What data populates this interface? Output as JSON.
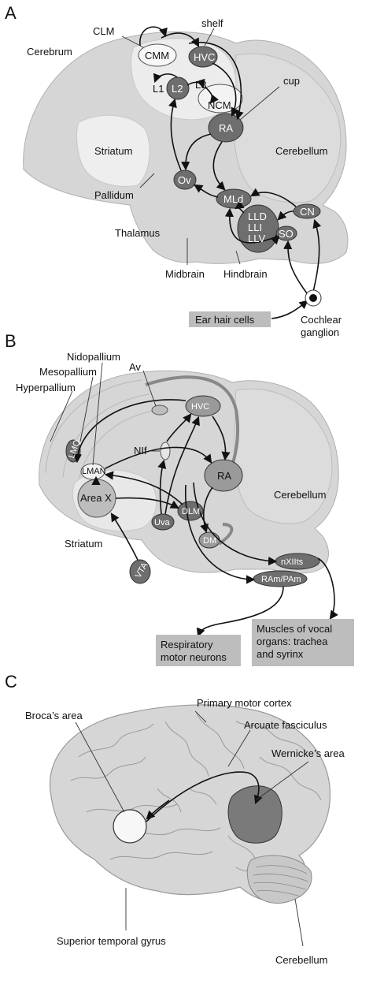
{
  "panel_a": {
    "letter": "A",
    "labels": {
      "clm": "CLM",
      "shelf": "shelf",
      "cerebrum": "Cerebrum",
      "cmm": "CMM",
      "hvc": "HVC",
      "cup": "cup",
      "l1": "L1",
      "l2": "L2",
      "l3": "L3",
      "ncm": "NCM",
      "ra": "RA",
      "striatum": "Striatum",
      "cerebellum": "Cerebellum",
      "pallidum": "Pallidum",
      "ov": "Ov",
      "mld": "MLd",
      "lld": "LLD",
      "lli": "LLI",
      "llv": "LLV",
      "cn": "CN",
      "so": "SO",
      "thalamus": "Thalamus",
      "midbrain": "Midbrain",
      "hindbrain": "Hindbrain",
      "ear_hair_cells": "Ear hair cells",
      "cochlear_1": "Cochlear",
      "cochlear_2": "ganglion"
    }
  },
  "panel_b": {
    "letter": "B",
    "labels": {
      "av": "Av",
      "nidopallium": "Nidopallium",
      "mesopallium": "Mesopallium",
      "hyperpallium": "Hyperpallium",
      "hvc": "HVC",
      "lmo": "LMO",
      "lman": "LMAN",
      "nif": "NIf",
      "ra": "RA",
      "area_x": "Area X",
      "cerebellum": "Cerebellum",
      "dlm": "DLM",
      "uva": "Uva",
      "striatum": "Striatum",
      "dm": "DM",
      "vta": "VTA",
      "nxiits": "nXIIts",
      "ram_pam": "RAm/PAm",
      "resp_1": "Respiratory",
      "resp_2": "motor neurons",
      "muscles_1": "Muscles of vocal",
      "muscles_2": "organs: trachea",
      "muscles_3": "and syrinx"
    }
  },
  "panel_c": {
    "letter": "C",
    "labels": {
      "primary_motor": "Primary motor cortex",
      "brocas": "Broca’s area",
      "arcuate": "Arcuate fasciculus",
      "wernickes": "Wernicke’s area",
      "superior_temporal": "Superior temporal gyrus",
      "cerebellum": "Cerebellum"
    }
  },
  "colors": {
    "brain_fill": "#d6d6d6",
    "brain_light": "#e6e6e6",
    "nucleus_dark": "#6e6e6e",
    "nucleus_mid": "#9a9a9a",
    "box_fill": "#bdbdbd",
    "wernicke": "#7a7a7a"
  }
}
